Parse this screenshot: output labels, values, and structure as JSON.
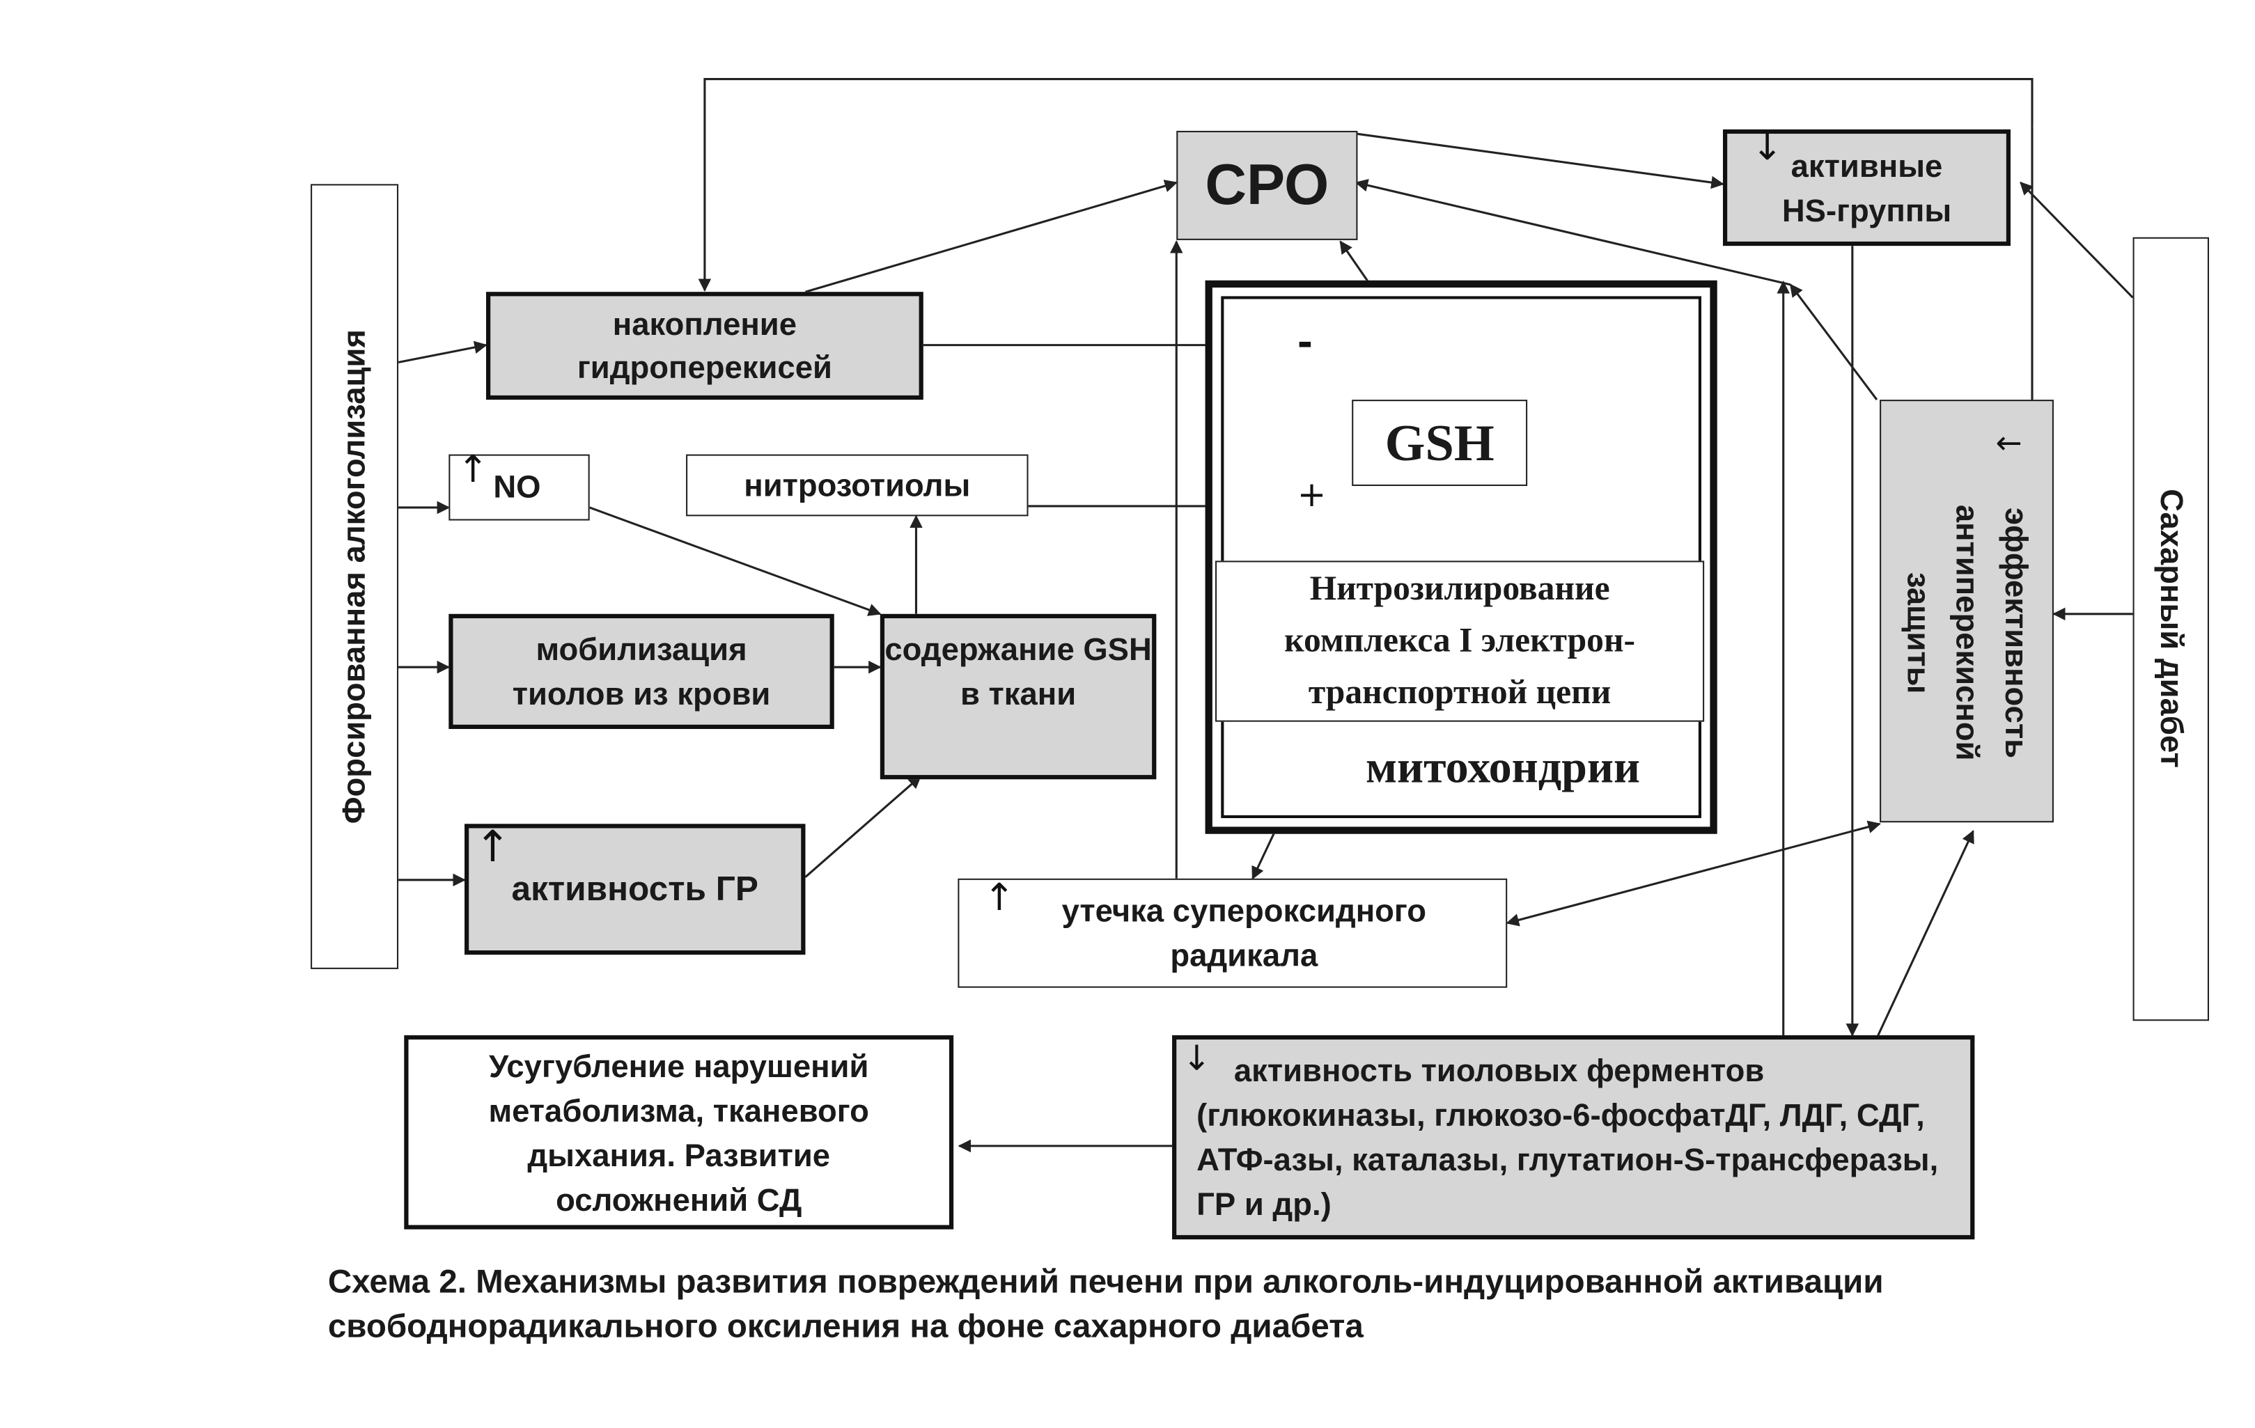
{
  "nodes": {
    "forced_alcohol": "Форсированная алкоголизация",
    "diabetes": "Сахарный диабет",
    "cpo": "СРО",
    "hydroperoxides": "накопление гидроперекисей",
    "no": "NO",
    "nitrosothiols": "нитрозотиолы",
    "thiol_mobilization": "мобилизация тиолов из крови",
    "gsh_content": "содержание GSH в ткани",
    "gr_activity": "активность ГР",
    "active_hs": "активные HS-группы",
    "gsh": "GSH",
    "nitrosylation": "Нитрозилирование комплекса I электрон-транспортной цепи",
    "mitochondria": "митохондрии",
    "antiperoxide": "эффективность антиперекисной защиты",
    "superoxide": "утечка супероксидного радикала",
    "thiol_enzymes": "активность тиоловых ферментов (глюкокиназы, глюкозо-6-фосфатДГ, ЛДГ, СДГ, АТФ-азы, каталазы, глутатион-S-трансферазы, ГР и др.)",
    "metabolism": "Усугубление нарушений метаболизма, тканевого дыхания. Развитие осложнений СД"
  },
  "signs": {
    "minus": "-",
    "plus": "+"
  },
  "caption": "Схема 2. Механизмы развития повреждений печени при алкоголь-индуцированной активации свободнорадикального оксиления на фоне сахарного диабета"
}
